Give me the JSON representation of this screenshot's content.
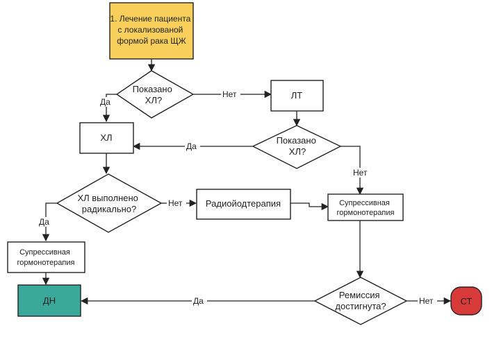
{
  "diagram": {
    "nodes": {
      "start": {
        "lines": [
          "1. Лечение пациента",
          "с локализованой",
          "формой рака ЩЖ"
        ],
        "fill": "#f7cf5a"
      },
      "q1": {
        "lines": [
          "Показано",
          "ХЛ?"
        ]
      },
      "lt": {
        "lines": [
          "ЛТ"
        ]
      },
      "hl": {
        "lines": [
          "ХЛ"
        ]
      },
      "q2": {
        "lines": [
          "Показано",
          "ХЛ?"
        ]
      },
      "q3": {
        "lines": [
          "ХЛ выполнено",
          "радикально?"
        ]
      },
      "rit": {
        "lines": [
          "Радиойодтерапия"
        ]
      },
      "sup_right": {
        "lines": [
          "Супрессивная",
          "гормонотерапия"
        ]
      },
      "sup_left": {
        "lines": [
          "Супрессивная",
          "гормонотерапия"
        ]
      },
      "dn": {
        "lines": [
          "ДН"
        ],
        "fill": "#3aa89b"
      },
      "q4": {
        "lines": [
          "Ремиссия",
          "достигнута?"
        ]
      },
      "st": {
        "lines": [
          "СТ"
        ],
        "fill": "#d83a3a"
      }
    },
    "edge_labels": {
      "q1_yes": "Да",
      "q1_no": "Нет",
      "q2_yes": "Да",
      "q2_no": "Нет",
      "q3_yes": "Да",
      "q3_no": "Нет",
      "q4_yes": "Да",
      "q4_no": "Нет"
    }
  }
}
